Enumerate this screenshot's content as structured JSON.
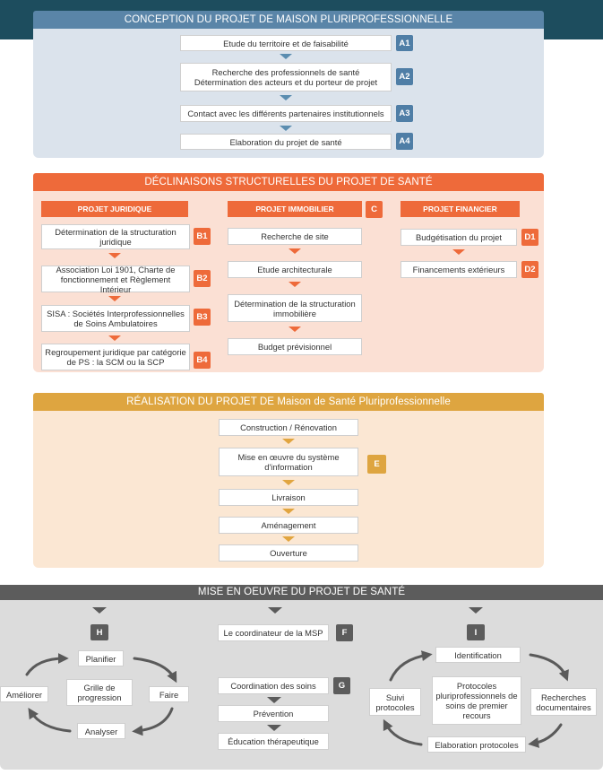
{
  "colors": {
    "navy_band": "#1d4d5e",
    "blue": "#5a85a8",
    "orange": "#ee6a3a",
    "gold": "#dea540",
    "gray": "#5c5c5c"
  },
  "section_a": {
    "title": "CONCEPTION DU PROJET DE MAISON PLURIPROFESSIONNELLE",
    "steps": [
      {
        "label": "Etude du territoire et de faisabilité",
        "tag": "A1"
      },
      {
        "label": "Recherche des professionnels de santé\nDétermination des acteurs et du porteur de projet",
        "tag": "A2"
      },
      {
        "label": "Contact avec les différents partenaires institutionnels",
        "tag": "A3"
      },
      {
        "label": "Elaboration du projet de santé",
        "tag": "A4"
      }
    ]
  },
  "section_b": {
    "title": "DÉCLINAISONS STRUCTURELLES DU PROJET DE SANTÉ",
    "juridique": {
      "head": "PROJET JURIDIQUE",
      "steps": [
        {
          "label": "Détermination de la structuration juridique",
          "tag": "B1"
        },
        {
          "label": "Association Loi 1901, Charte de fonctionnement et Règlement Intérieur",
          "tag": "B2"
        },
        {
          "label": "SISA : Sociétés Interprofessionnelles de Soins Ambulatoires",
          "tag": "B3"
        },
        {
          "label": "Regroupement juridique par catégorie de PS : la SCM ou la SCP",
          "tag": "B4"
        }
      ]
    },
    "immobilier": {
      "head": "PROJET IMMOBILIER",
      "tag": "C",
      "steps": [
        "Recherche de site",
        "Etude architecturale",
        "Détermination de la structuration immobilière",
        "Budget prévisionnel"
      ]
    },
    "financier": {
      "head": "PROJET FINANCIER",
      "steps": [
        {
          "label": "Budgétisation du projet",
          "tag": "D1"
        },
        {
          "label": "Financements extérieurs",
          "tag": "D2"
        }
      ]
    }
  },
  "section_c": {
    "title": "RÉALISATION DU PROJET DE Maison de Santé Pluriprofessionnelle",
    "tag": "E",
    "steps": [
      "Construction / Rénovation",
      "Mise en œuvre du système d'information",
      "Livraison",
      "Aménagement",
      "Ouverture"
    ]
  },
  "section_d": {
    "title": "MISE EN OEUVRE DU PROJET DE SANTÉ",
    "cycle_h": {
      "tag": "H",
      "planifier": "Planifier",
      "faire": "Faire",
      "analyser": "Analyser",
      "ameliorer": "Améliorer",
      "centre": "Grille de progression"
    },
    "middle": {
      "coordinator": "Le coordinateur de la MSP",
      "coordinator_tag": "F",
      "coordination": "Coordination des soins",
      "coordination_tag": "G",
      "prevention": "Prévention",
      "education": "Éducation thérapeutique"
    },
    "cycle_i": {
      "tag": "I",
      "identification": "Identification",
      "recherches": "Recherches documentaires",
      "elaboration": "Elaboration protocoles",
      "suivi": "Suivi protocoles",
      "centre": "Protocoles pluriprofessionnels de soins de premier recours"
    }
  }
}
